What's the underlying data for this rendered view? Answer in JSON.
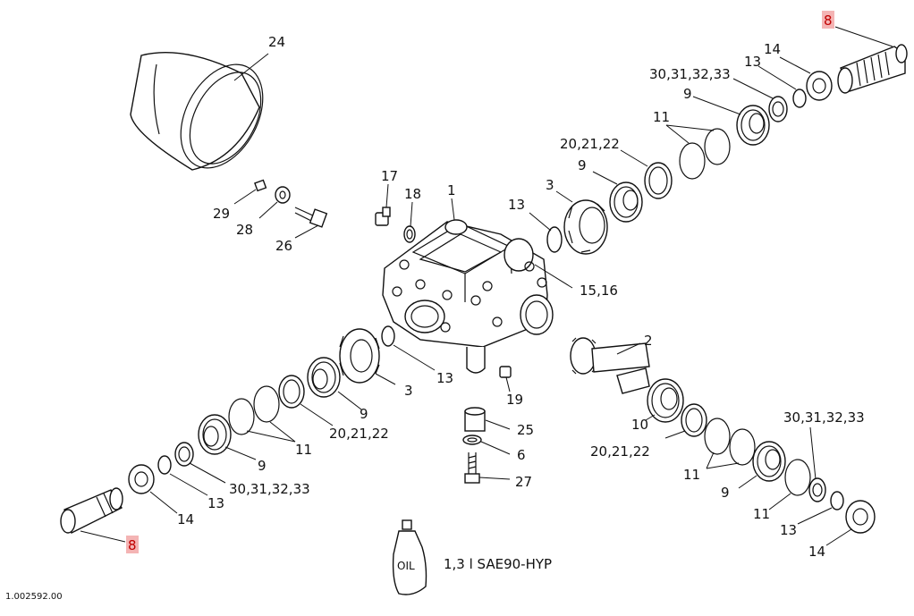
{
  "diagram": {
    "code": "1.002592.00",
    "labels": {
      "p24": "24",
      "p29": "29",
      "p28": "28",
      "p26": "26",
      "p17": "17",
      "p18": "18",
      "p1": "1",
      "p3_top": "3",
      "p13_top": "13",
      "p9_top": "9",
      "p20_top": "20,21,22",
      "p11_top": "11",
      "p9_top2": "9",
      "p30_top": "30,31,32,33",
      "p13_top2": "13",
      "p14_top": "14",
      "p8_top": "8",
      "p15": "15,16",
      "p2": "2",
      "p13_mid": "13",
      "p3_left": "3",
      "p19": "19",
      "p25": "25",
      "p6": "6",
      "p27": "27",
      "p10": "10",
      "p20_right": "20,21,22",
      "p11_right": "11",
      "p9_right": "9",
      "p30_right": "30,31,32,33",
      "p11_right2": "11",
      "p13_right": "13",
      "p14_right": "14",
      "p9_left": "9",
      "p20_left": "20,21,22",
      "p11_left": "11",
      "p9_left2": "9",
      "p13_left": "13",
      "p30_left": "30,31,32,33",
      "p14_left": "14",
      "p8_left": "8"
    },
    "oil": {
      "bottle_label": "OIL",
      "spec": "1,3 l SAE90-HYP"
    }
  }
}
